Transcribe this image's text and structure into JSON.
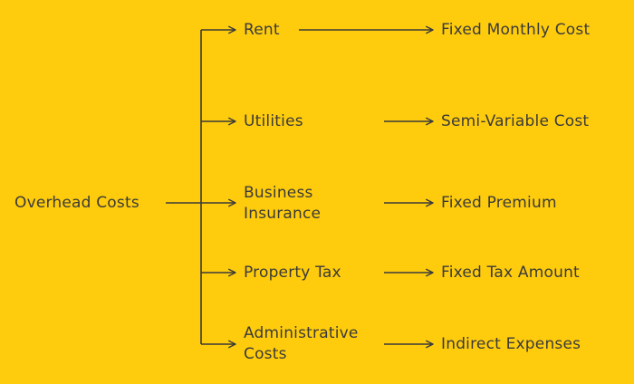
{
  "root": {
    "label": "Overhead Costs"
  },
  "branches": [
    {
      "category": "Rent",
      "result": "Fixed Monthly Cost"
    },
    {
      "category": [
        "Utilities"
      ],
      "result": "Semi-Variable Cost"
    },
    {
      "category": [
        "Business",
        "Insurance"
      ],
      "result": "Fixed Premium"
    },
    {
      "category": [
        "Property Tax"
      ],
      "result": "Fixed Tax Amount"
    },
    {
      "category": [
        "Administrative",
        "Costs"
      ],
      "result": "Indirect Expenses"
    }
  ],
  "colors": {
    "background": "#FFCC0D",
    "ink": "#3a3a3a"
  }
}
